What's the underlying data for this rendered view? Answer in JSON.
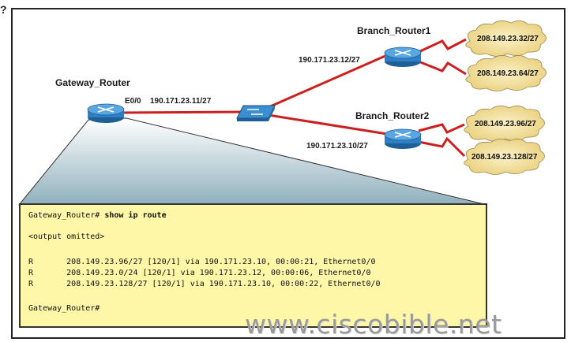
{
  "question_mark": "?",
  "routers": {
    "gateway": {
      "name": "Gateway_Router",
      "interface": "E0/0",
      "ip": "190.171.23.11/27"
    },
    "branch1": {
      "name": "Branch_Router1",
      "ip": "190.171.23.12/27"
    },
    "branch2": {
      "name": "Branch_Router2",
      "ip": "190.171.23.10/27"
    }
  },
  "networks": {
    "net1": "208.149.23.32/27",
    "net2": "208.149.23.64/27",
    "net3": "208.149.23.96/27",
    "net4": "208.149.23.128/27"
  },
  "terminal": {
    "prompt_line_prefix": "Gateway_Router# ",
    "command": "show ip route",
    "omitted": "<output omitted>",
    "routes": [
      "R       208.149.23.96/27 [120/1] via 190.171.23.10, 00:00:21, Ethernet0/0",
      "R       208.149.23.0/24 [120/1] via 190.171.23.12, 00:00:06, Ethernet0/0",
      "R       208.149.23.128/27 [120/1] via 190.171.23.10, 00:00:22, Ethernet0/0"
    ],
    "final_prompt": "Gateway_Router#"
  },
  "watermark": "www.ciscobible.net",
  "colors": {
    "link": "#cc1f1f",
    "router_blue": "#2f7fc4",
    "cloud_fill": "#f6e6a4",
    "terminal_bg": "#fff7a8"
  }
}
